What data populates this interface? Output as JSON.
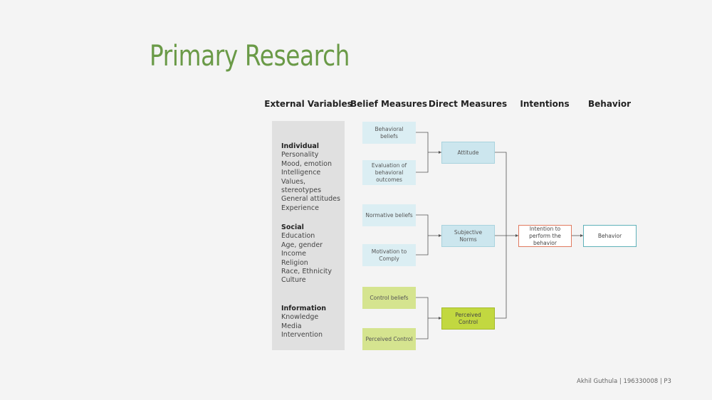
{
  "slide": {
    "title": "Primary Research",
    "footer": "Akhil Guthula | 196330008 | P3"
  },
  "diagram": {
    "columns": {
      "external": "External Variables",
      "belief": "Belief Measures",
      "direct": "Direct Measures",
      "intentions": "Intentions",
      "behavior": "Behavior"
    },
    "external_groups": [
      {
        "title": "Individual",
        "items": [
          "Personality",
          "Mood, emotion",
          "Intelligence",
          "Values, stereotypes",
          "General attitudes",
          "Experience"
        ]
      },
      {
        "title": "Social",
        "items": [
          "Education",
          "Age, gender",
          "Income",
          "Religion",
          "Race, Ethnicity",
          "Culture"
        ]
      },
      {
        "title": "Information",
        "items": [
          "Knowledge",
          "Media",
          "Intervention"
        ]
      }
    ],
    "belief_measures": [
      "Behavioral beliefs",
      "Evaluation of behavioral outcomes",
      "Normative beliefs",
      "Motivation to Comply",
      "Control beliefs",
      "Perceived Control"
    ],
    "direct_measures": [
      "Attitude",
      "Subjective Norms",
      "Perceived Control"
    ],
    "intention": "Intention to perform the behavior",
    "behavior": "Behavior",
    "colors": {
      "title": "#6a9a47",
      "belief_blue": "#dbeef3",
      "belief_green": "#d5e48f",
      "direct_green": "#c2d840",
      "intention_border": "#e07a5f",
      "behavior_border": "#5fb1b9"
    }
  }
}
